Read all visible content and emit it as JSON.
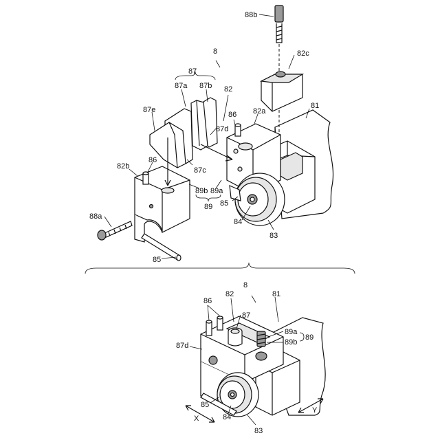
{
  "labels": {
    "l_88b": "88b",
    "l_82c": "82c",
    "l_8_top": "8",
    "l_87": "87",
    "l_87a": "87a",
    "l_87b": "87b",
    "l_82_top": "82",
    "l_81_top": "81",
    "l_87e": "87e",
    "l_86_top": "86",
    "l_82a": "82a",
    "l_87d_top": "87d",
    "l_82b": "82b",
    "l_86_left": "86",
    "l_87c": "87c",
    "l_89b_top": "89b",
    "l_89a_top": "89a",
    "l_89_top": "89",
    "l_85_top": "85",
    "l_84_top": "84",
    "l_83_top": "83",
    "l_88a": "88a",
    "l_85_left": "85",
    "l_8_bot": "8",
    "l_86_bot": "86",
    "l_82_bot": "82",
    "l_81_bot": "81",
    "l_87_bot": "87",
    "l_89a_bot": "89a",
    "l_89b_bot": "89b",
    "l_89_bot": "89",
    "l_87d_bot": "87d",
    "l_85_bot": "85",
    "l_84_bot": "84",
    "l_83_bot": "83",
    "l_x": "X",
    "l_y": "Y"
  }
}
